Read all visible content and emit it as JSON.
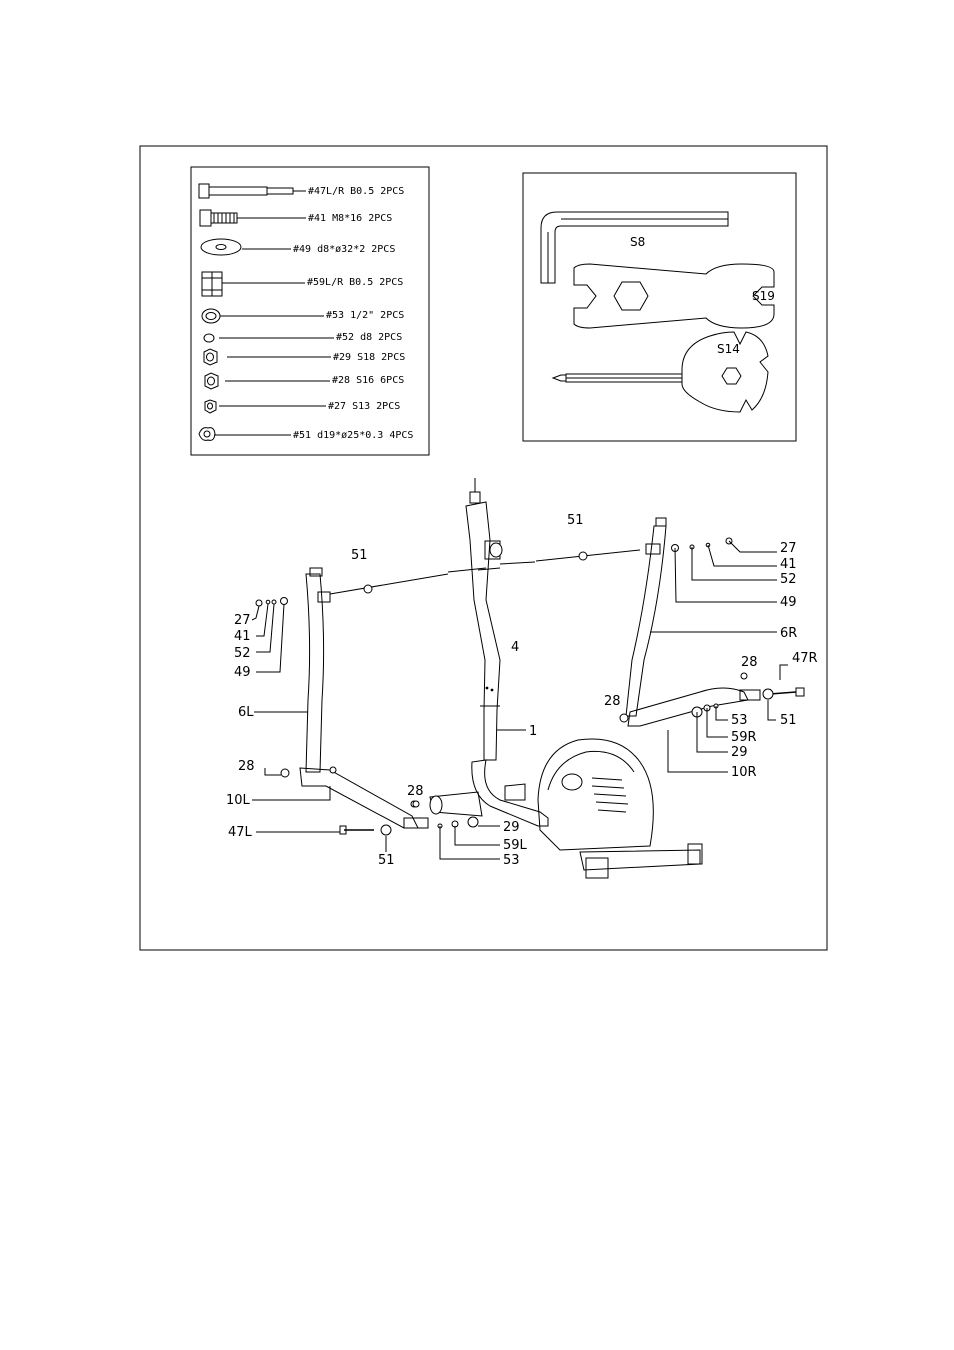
{
  "parts_list": [
    {
      "icon": "bolt-long-icon",
      "label": "#47L/R B0.5 2PCS"
    },
    {
      "icon": "bolt-hex-icon",
      "label": "#41 M8*16 2PCS"
    },
    {
      "icon": "washer-curved-icon",
      "label": "#49 d8*ø32*2 2PCS"
    },
    {
      "icon": "nut-cap-icon",
      "label": "#59L/R B0.5 2PCS"
    },
    {
      "icon": "washer-ring-icon",
      "label": "#53 1/2\" 2PCS"
    },
    {
      "icon": "washer-small-icon",
      "label": "#52 d8 2PCS"
    },
    {
      "icon": "nut-hex-icon",
      "label": "#29 S18 2PCS"
    },
    {
      "icon": "nut-hex-icon",
      "label": "#28 S16 6PCS"
    },
    {
      "icon": "nut-hex-small-icon",
      "label": "#27 S13 2PCS"
    },
    {
      "icon": "washer-wave-icon",
      "label": "#51 d19*ø25*0.3 4PCS"
    }
  ],
  "tools": {
    "allen_key": "S8",
    "wrench": "S19",
    "screwdriver_wrench": "S14"
  },
  "callouts": {
    "c51_top": "51",
    "c27_right": "27",
    "c41_right": "41",
    "c52_right": "52",
    "c49_right": "49",
    "c6R": "6R",
    "c28_right": "28",
    "c47R": "47R",
    "c51_right": "51",
    "c28_rightmid": "28",
    "c53_right": "53",
    "c59R": "59R",
    "c29_right": "29",
    "c10R": "10R",
    "c4": "4",
    "c1": "1",
    "c51_left": "51",
    "c27_left": "27",
    "c41_left": "41",
    "c52_left": "52",
    "c49_left": "49",
    "c6L": "6L",
    "c28_left": "28",
    "c10L": "10L",
    "c28_lowmid": "28",
    "c47L": "47L",
    "c29_low": "29",
    "c51_low": "51",
    "c59L": "59L",
    "c53_low": "53"
  }
}
